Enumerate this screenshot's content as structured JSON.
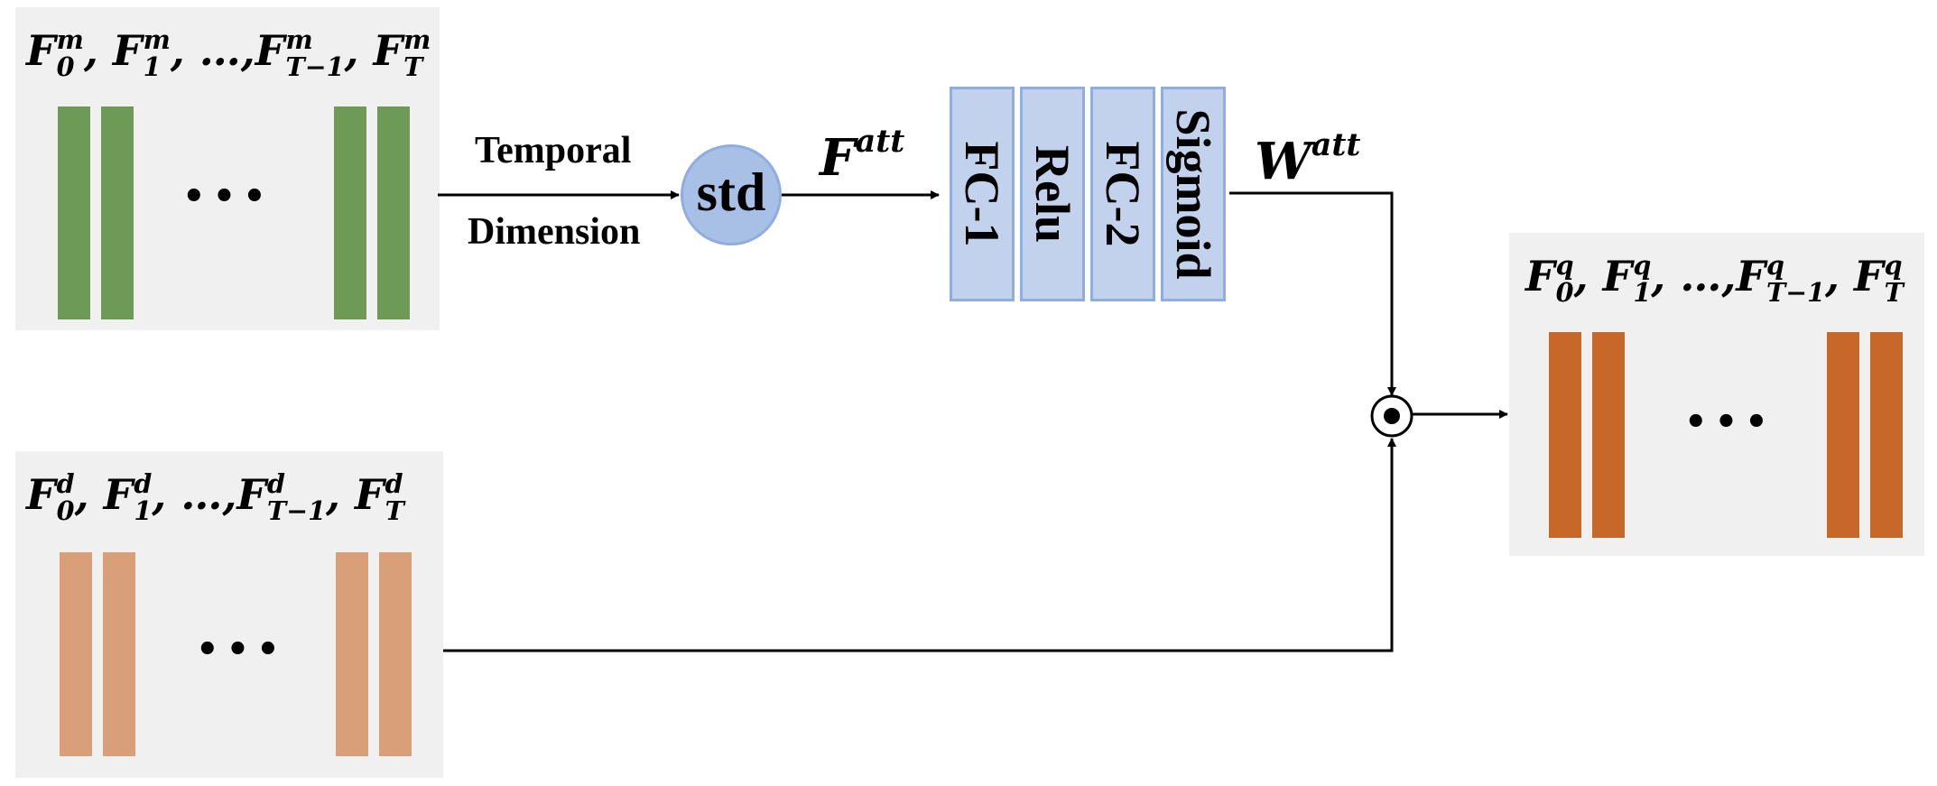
{
  "inputs": {
    "motion": {
      "label_var": "F",
      "items": [
        {
          "sub": "0",
          "sup": "m"
        },
        {
          "sub": "1",
          "sup": "m"
        },
        {
          "ellipsis": "…"
        },
        {
          "sub": "T−1",
          "sup": "m"
        },
        {
          "sub": "T",
          "sup": "m"
        }
      ],
      "bar_color": "#6e9a58",
      "dots": "•••"
    },
    "depth": {
      "label_var": "F",
      "items": [
        {
          "sub": "0",
          "sup": "d"
        },
        {
          "sub": "1",
          "sup": "d"
        },
        {
          "ellipsis": "…"
        },
        {
          "sub": "T−1",
          "sup": "d"
        },
        {
          "sub": "T",
          "sup": "d"
        }
      ],
      "bar_color": "#d99f79",
      "dots": "•••"
    }
  },
  "output": {
    "label_var": "F",
    "items": [
      {
        "sub": "0",
        "sup": "q"
      },
      {
        "sub": "1",
        "sup": "q"
      },
      {
        "ellipsis": "…"
      },
      {
        "sub": "T−1",
        "sup": "q"
      },
      {
        "sub": "T",
        "sup": "q"
      }
    ],
    "bar_color": "#c8672a",
    "dots": "•••"
  },
  "temporal_label_1": "Temporal",
  "temporal_label_2": "Dimension",
  "std_label": "std",
  "f_att": {
    "base": "F",
    "sup": "att"
  },
  "w_att": {
    "base": "W",
    "sup": "att"
  },
  "fc_blocks": [
    "FC-1",
    "Relu",
    "FC-2",
    "Sigmoid"
  ],
  "operator": "⊙",
  "colors": {
    "panel": "#f0f0f0",
    "block_fill": "#c2d1ec",
    "block_border": "#8fadde",
    "std_fill": "#a9c0e6"
  }
}
